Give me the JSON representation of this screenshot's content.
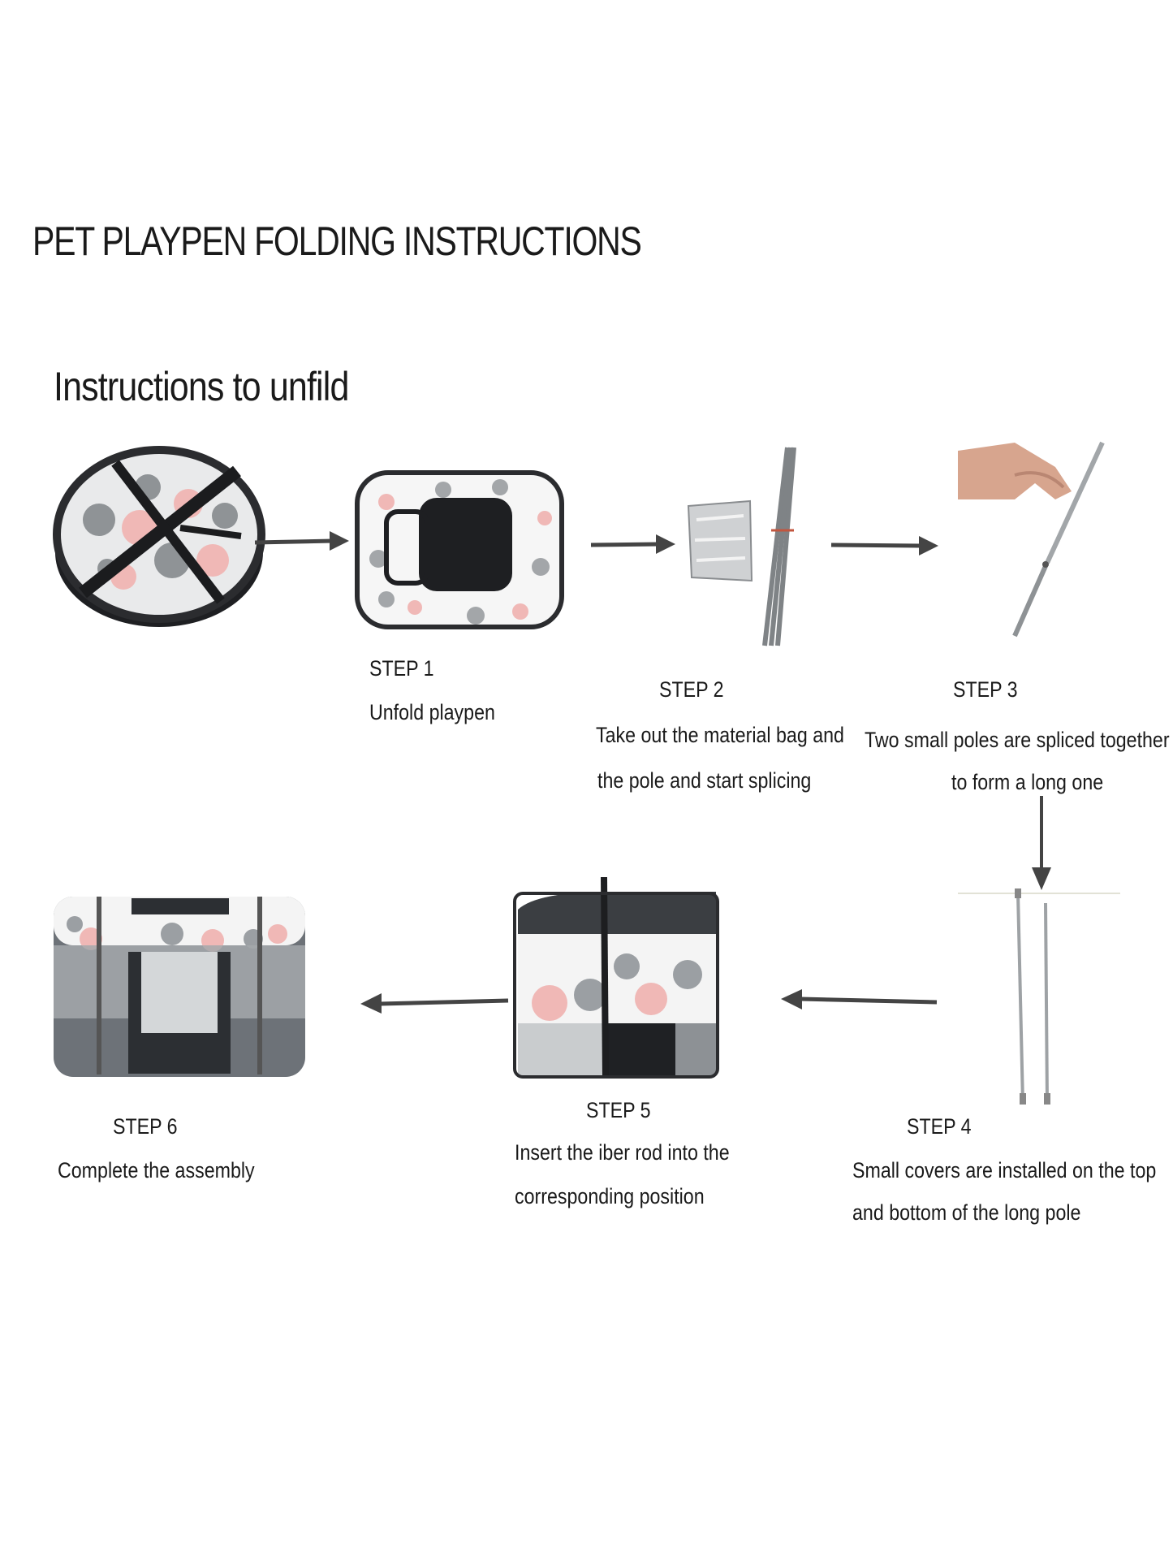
{
  "header": {
    "title": "PET PLAYPEN FOLDING INSTRUCTIONS",
    "subtitle": "Instructions to unfild"
  },
  "steps": [
    {
      "label": "STEP 1",
      "lines": [
        "Unfold playpen"
      ]
    },
    {
      "label": "STEP 2",
      "lines": [
        "Take out the material bag and",
        "the pole and start splicing"
      ]
    },
    {
      "label": "STEP 3",
      "lines": [
        "Two small poles are spliced together",
        "to form a long one"
      ]
    },
    {
      "label": "STEP 4",
      "lines": [
        "Small covers are installed on the top",
        "and bottom of the long pole"
      ]
    },
    {
      "label": "STEP 5",
      "lines": [
        "Insert the iber rod into the",
        "corresponding position"
      ]
    },
    {
      "label": "STEP 6",
      "lines": [
        "Complete the assembly"
      ]
    }
  ],
  "images": [
    {
      "icon": "folded-playpen-image"
    },
    {
      "icon": "unfolded-playpen-image"
    },
    {
      "icon": "material-bag-and-poles-image"
    },
    {
      "icon": "hand-splicing-poles-image"
    },
    {
      "icon": "covered-poles-image"
    },
    {
      "icon": "inserting-rod-playpen-image"
    },
    {
      "icon": "assembled-playpen-image"
    }
  ],
  "colors": {
    "arrow": "#444444",
    "fabric_gray": "#6d7278",
    "pattern_pink": "#f0b8b6",
    "pattern_gray": "#9b9fa3",
    "mesh_dark": "#2c2f33"
  }
}
